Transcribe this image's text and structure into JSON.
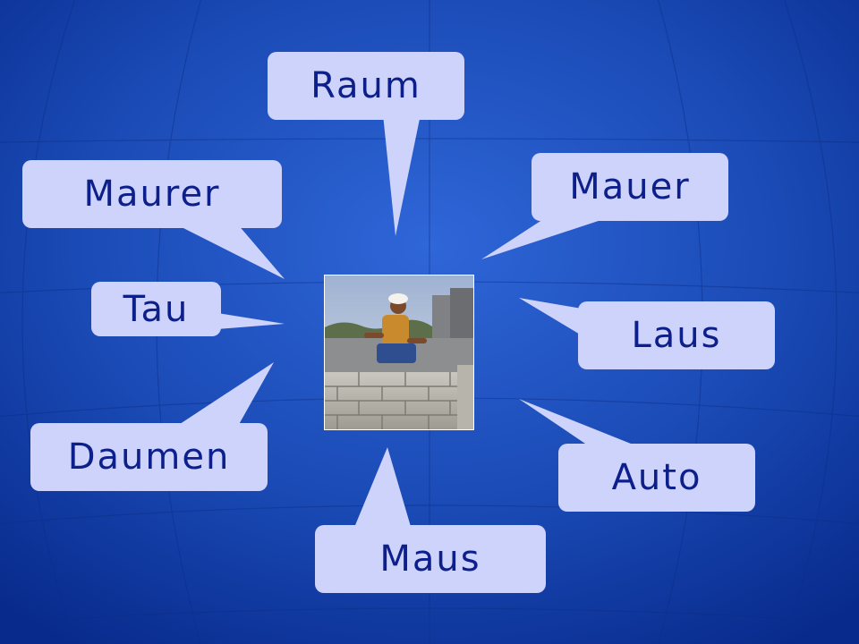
{
  "words": [
    "Raum",
    "Maurer",
    "Mauer",
    "Tau",
    "Laus",
    "Daumen",
    "Auto",
    "Maus"
  ],
  "image": {
    "subject": "mason building a wall"
  },
  "colors": {
    "background_center": "#2f66d8",
    "background_edge": "#082a8c",
    "bubble_fill": "#cdd3fb",
    "bubble_text": "#0d1f8a"
  }
}
